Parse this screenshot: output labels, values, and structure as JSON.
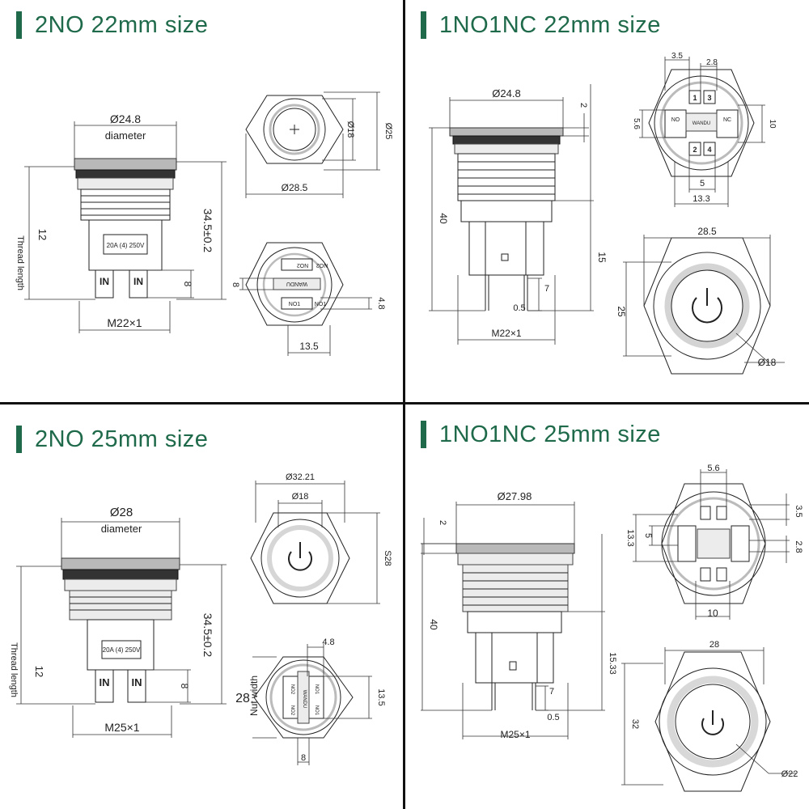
{
  "panels": [
    {
      "title": "2NO  22mm size",
      "labels": {
        "diam": "Ø24.8",
        "diam_word": "diameter",
        "height": "34.5±0.2",
        "thread_len": "12",
        "thread_word": "Thread length",
        "term": "8",
        "rating": "20A (4) 250V",
        "in1": "IN",
        "in2": "IN",
        "thread": "M22×1",
        "head_d1": "Ø18",
        "head_d2": "Ø25",
        "head_w": "Ø28.5",
        "back_h": "8",
        "back_t": "4.8",
        "back_w": "13.5",
        "t1": "NO2",
        "t2": "NO2",
        "t3": "NO1",
        "t4": "NO1",
        "brand": "WANDU"
      }
    },
    {
      "title": "1NO1NC  22mm size",
      "labels": {
        "diam": "Ø24.8",
        "top": "2",
        "height": "40",
        "lower": "15",
        "pin": "7",
        "pin_t": "0.5",
        "thread": "M22×1",
        "d1": "3.5",
        "d2": "2.8",
        "side1": "5.6",
        "side2": "10",
        "p1": "1",
        "p3": "3",
        "p2": "2",
        "p4": "4",
        "no": "NO",
        "nc": "NC",
        "brand": "WANDU",
        "w5": "5",
        "w13": "13.3",
        "face_w": "28.5",
        "face_h": "25",
        "face_d": "Ø18"
      }
    },
    {
      "title": "2NO  25mm size",
      "labels": {
        "diam": "Ø28",
        "diam_word": "diameter",
        "height": "34.5±0.2",
        "thread_len": "12",
        "thread_word": "Thread length",
        "term": "8",
        "rating": "20A (4) 250V",
        "in1": "IN",
        "in2": "IN",
        "thread": "M25×1",
        "head_w": "Ø32.21",
        "head_d": "Ø18",
        "head_h": "S28",
        "back_t": "4.8",
        "back_h": "13.5",
        "back_w": "8",
        "nut": "28",
        "nut_word": "Nut width",
        "t1": "NO2",
        "t2": "NO1",
        "t3": "NO2",
        "t4": "NO1",
        "brand": "WANDU"
      }
    },
    {
      "title": "1NO1NC  25mm size",
      "labels": {
        "diam": "Ø27.98",
        "top": "2",
        "height": "40",
        "lower": "15.33",
        "pin": "7",
        "pin_t": "0.5",
        "thread": "M25×1",
        "d1": "5.6",
        "d2": "3.5",
        "side1": "13.3",
        "side2": "5",
        "side3": "2.8",
        "w10": "10",
        "face_w": "28",
        "face_h": "32",
        "face_d": "Ø22"
      }
    }
  ],
  "colors": {
    "title": "#1f6a4a",
    "divider": "#111111"
  }
}
